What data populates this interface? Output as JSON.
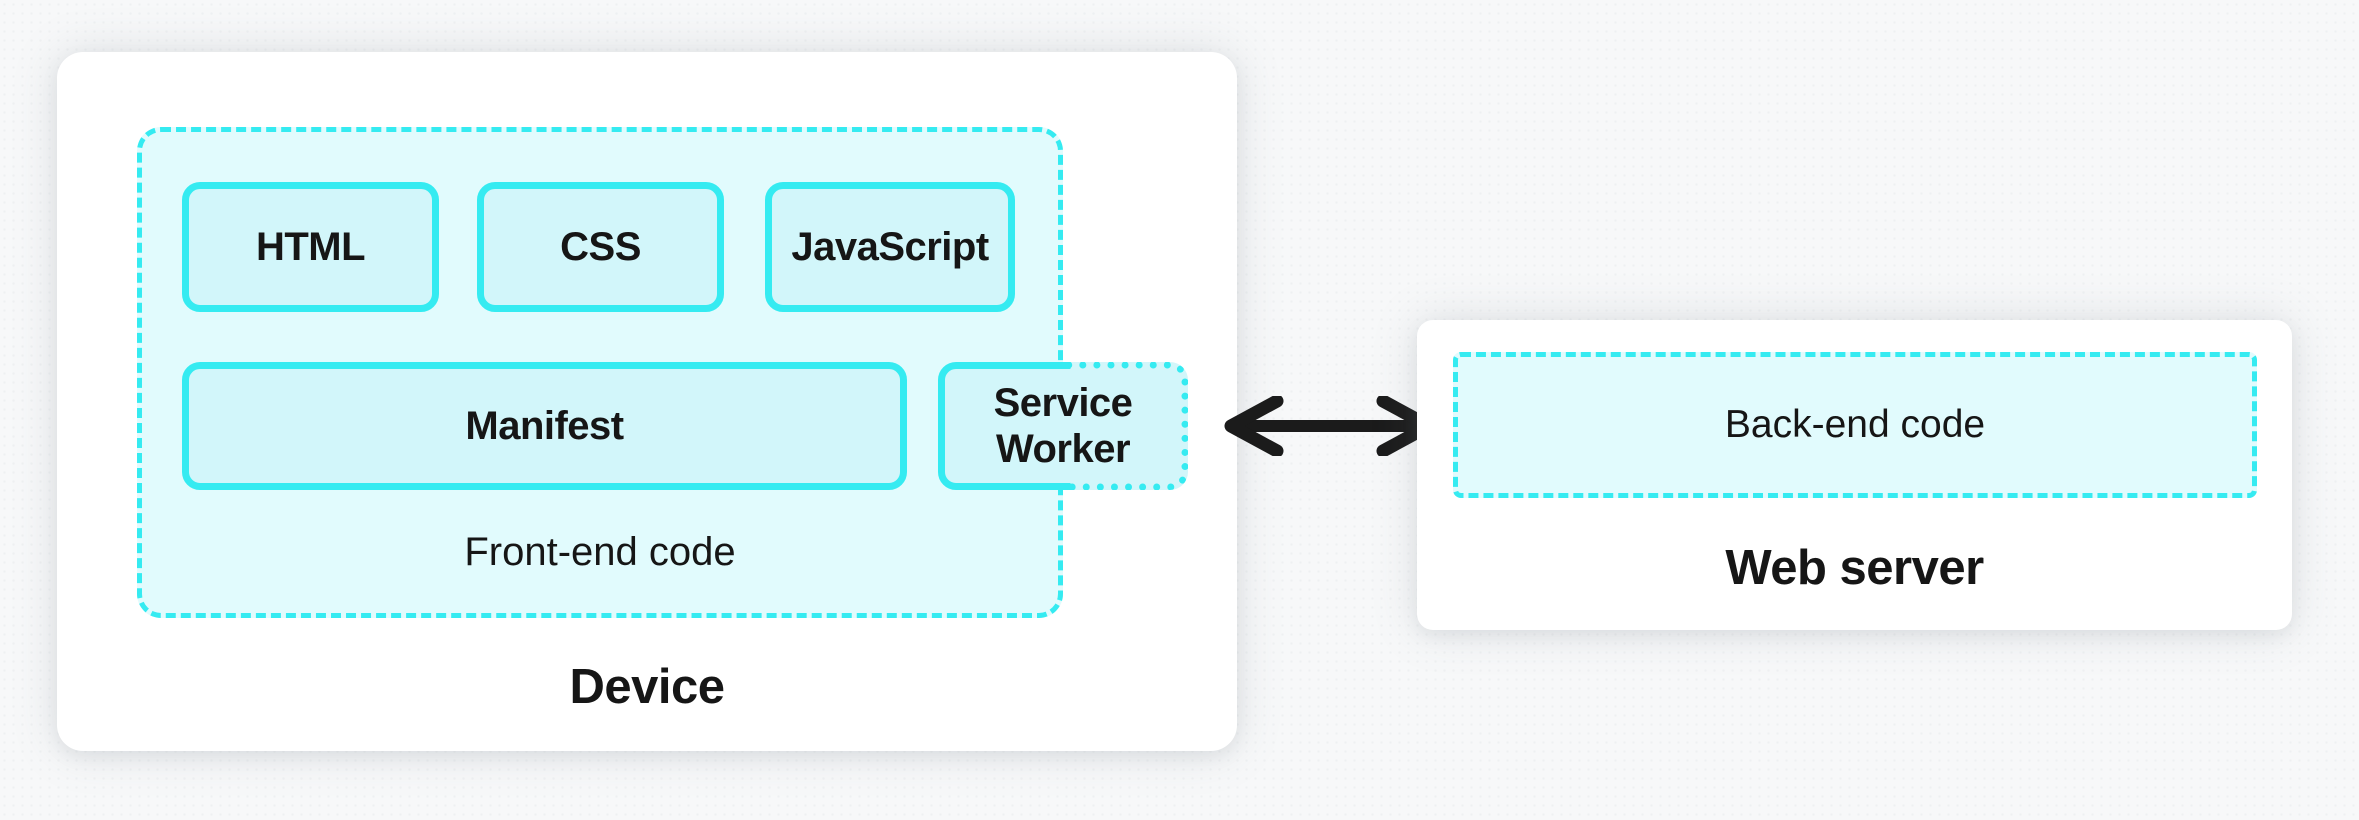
{
  "device": {
    "title": "Device",
    "frontend": {
      "label": "Front-end code",
      "boxes": [
        {
          "label": "HTML"
        },
        {
          "label": "CSS"
        },
        {
          "label": "JavaScript"
        },
        {
          "label": "Manifest"
        },
        {
          "label": "Service Worker"
        }
      ]
    }
  },
  "web_server": {
    "title": "Web server",
    "backend": {
      "label": "Back-end code"
    }
  },
  "connection": {
    "icon": "bidirectional-arrow-icon",
    "direction": "both"
  },
  "colors": {
    "accent_cyan": "#35ebf1",
    "box_fill": "#d2f6fa",
    "container_fill": "#e1fbfd",
    "card_fill": "#ffffff",
    "canvas_fill": "#f7f8f9",
    "text_color": "#161616",
    "arrow_color": "#1b1b1b"
  }
}
